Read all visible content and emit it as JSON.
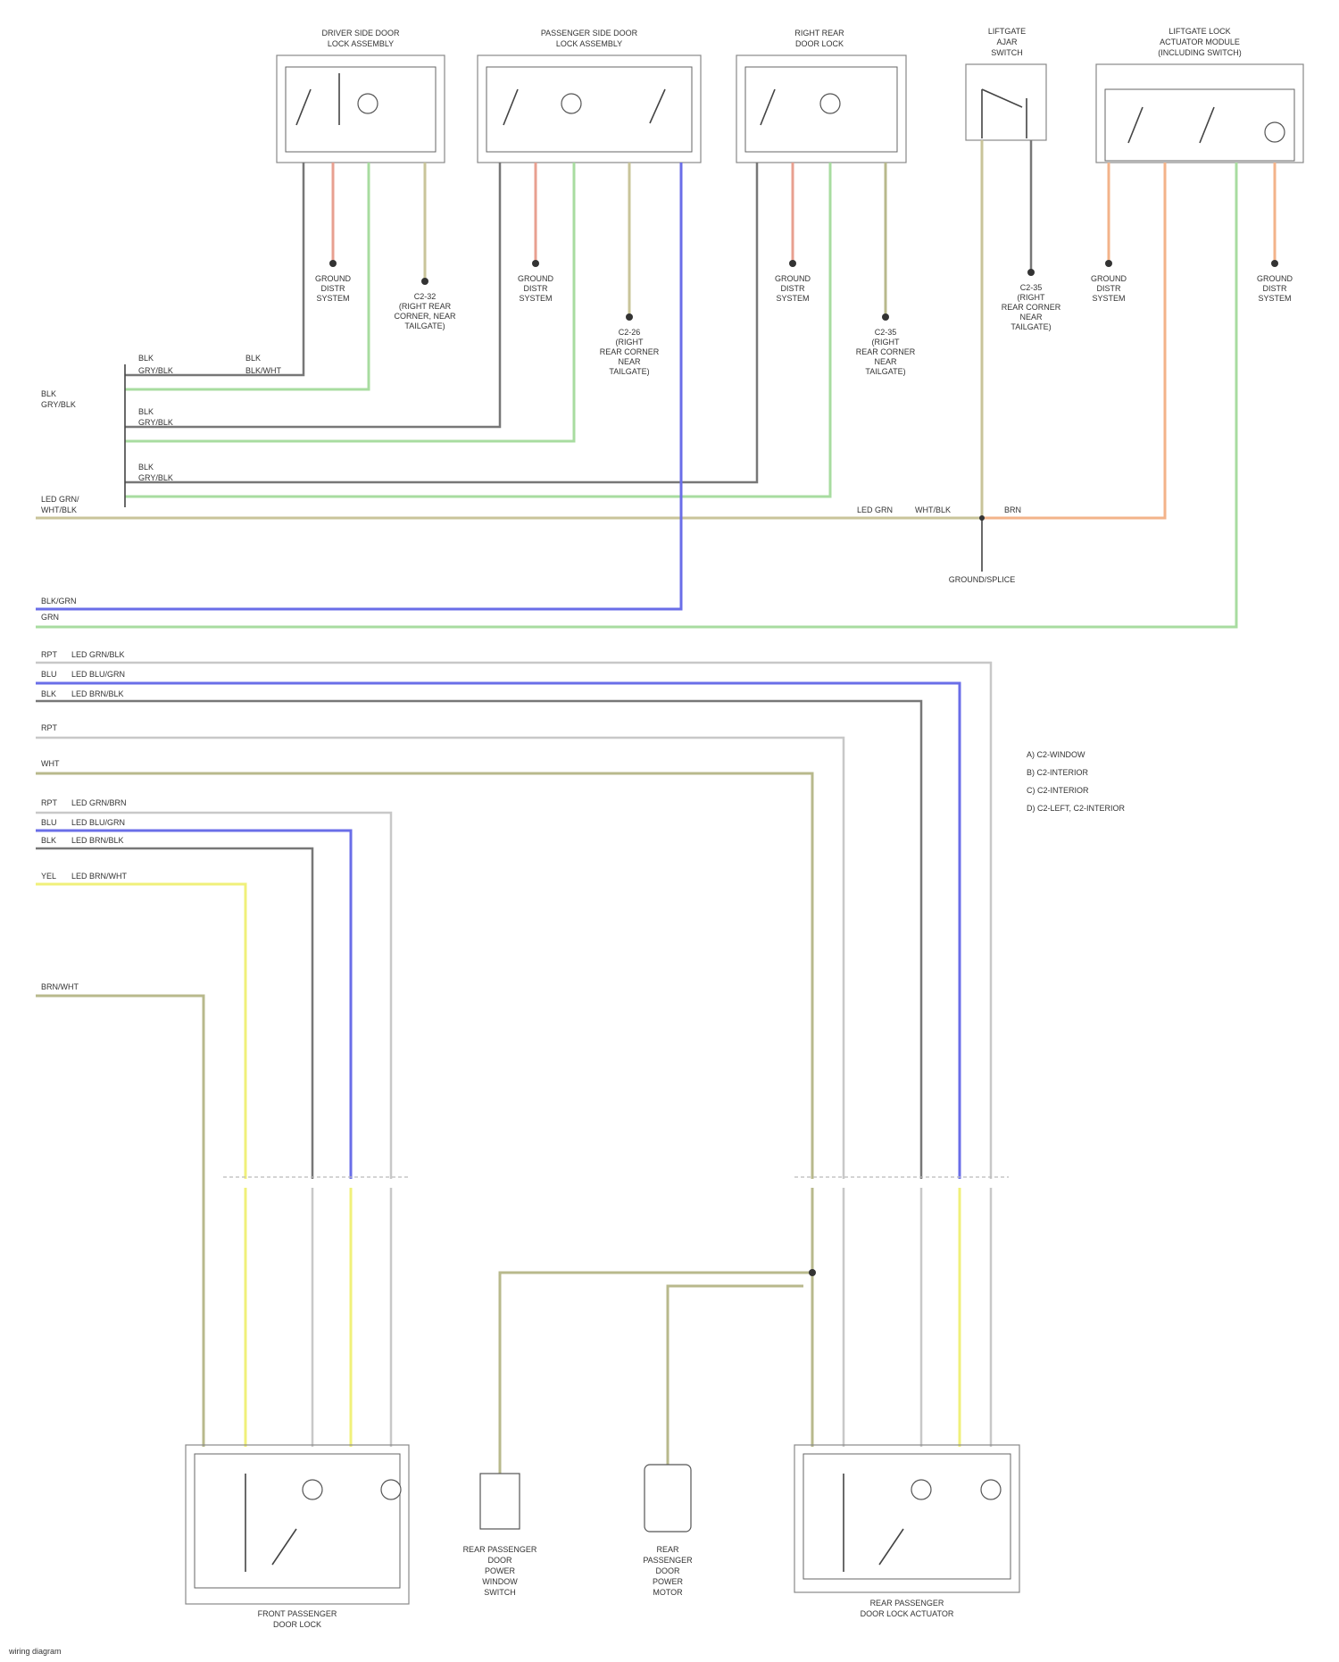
{
  "components": {
    "c1": [
      "DRIVER SIDE DOOR",
      "LOCK ASSEMBLY"
    ],
    "c2": [
      "PASSENGER SIDE DOOR",
      "LOCK ASSEMBLY"
    ],
    "c3": [
      "RIGHT REAR",
      "DOOR LOCK"
    ],
    "c4": [
      "LIFTGATE",
      "AJAR",
      "SWITCH"
    ],
    "c5": [
      "LIFTGATE LOCK",
      "ACTUATOR MODULE",
      "(INCLUDING SWITCH)"
    ],
    "c6": [
      "FRONT PASSENGER",
      "DOOR LOCK"
    ],
    "c7": [
      "REAR PASSENGER",
      "DOOR",
      "POWER",
      "WINDOW",
      "SWITCH"
    ],
    "c8": [
      "REAR",
      "PASSENGER",
      "DOOR",
      "POWER",
      "MOTOR"
    ],
    "c9": [
      "REAR PASSENGER",
      "DOOR LOCK ACTUATOR"
    ]
  },
  "grounds": {
    "g1": [
      "GROUND",
      "DISTR",
      "SYSTEM"
    ],
    "g2": [
      "C2-32",
      "(RIGHT REAR",
      "CORNER, NEAR",
      "TAILGATE)"
    ],
    "g3": [
      "GROUND",
      "DISTR",
      "SYSTEM"
    ],
    "g4": [
      "C2-26",
      "(RIGHT",
      "REAR CORNER",
      "NEAR",
      "TAILGATE)"
    ],
    "g5": [
      "GROUND",
      "DISTR",
      "SYSTEM"
    ],
    "g6": [
      "C2-35",
      "(RIGHT",
      "REAR CORNER",
      "NEAR",
      "TAILGATE)"
    ],
    "g7": [
      "C2-35",
      "(RIGHT",
      "REAR CORNER",
      "NEAR",
      "TAILGATE)"
    ],
    "g8": [
      "GROUND",
      "DISTR",
      "SYSTEM"
    ],
    "g9": [
      "GROUND",
      "DISTR",
      "SYSTEM"
    ]
  },
  "harness": {
    "top": [
      "BLK",
      "GRY/BLK",
      "BLK",
      "BLK/WHT",
      "GRY/BLK"
    ],
    "row1": [
      "BLK",
      "GRY/BLK"
    ],
    "row2": [
      "BLK",
      "GRY/BLK"
    ],
    "row3": [
      "BLK",
      "GRY/BLK"
    ],
    "row4": [
      "LED GRN/",
      "WHT/BLK",
      "LED GRN",
      "WHT/BLK",
      "BRN"
    ],
    "row5": [
      "BLK/GRN",
      "GRN"
    ],
    "row6": [
      "RPT",
      "LED GRN/BLK",
      "BLU",
      "LED BLU/GRN",
      "BLK",
      "LED BRN/BLK"
    ],
    "row7": [
      "RPT",
      "WHT"
    ],
    "row8": [
      "RPT",
      "LED GRN/BRN",
      "BLU",
      "LED BLU/GRN",
      "BLK",
      "LED BRN/BLK"
    ],
    "row9": [
      "YEL",
      "LED BRN/WHT"
    ],
    "row10": [
      "BRN/WHT"
    ],
    "splice": "GROUND/SPLICE"
  },
  "legend": [
    "A) C2-WINDOW",
    "B) C2-INTERIOR",
    "C) C2-INTERIOR",
    "D) C2-LEFT, C2-INTERIOR"
  ],
  "footer": "wiring diagram"
}
